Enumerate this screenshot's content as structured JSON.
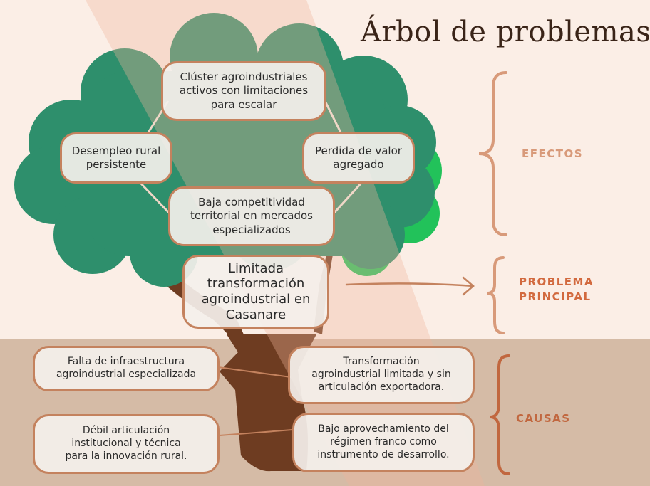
{
  "title": "Árbol de problemas",
  "effects": {
    "label": "EFECTOS",
    "items": [
      {
        "lines": [
          "Clúster agroindustriales",
          "activos con limitaciones",
          "para escalar"
        ]
      },
      {
        "lines": [
          "Desempleo rural",
          "persistente"
        ]
      },
      {
        "lines": [
          "Perdida de valor",
          "agregado"
        ]
      },
      {
        "lines": [
          "Baja competitividad",
          "territorial en mercados",
          "especializados"
        ]
      }
    ]
  },
  "main_problem": {
    "label_lines": [
      "PROBLEMA",
      "PRINCIPAL"
    ],
    "lines": [
      "Limitada",
      "transformación",
      "agroindustrial en",
      "Casanare"
    ]
  },
  "causes": {
    "label": "CAUSAS",
    "items": [
      {
        "lines": [
          "Falta de infraestructura",
          "agroindustrial especializada"
        ]
      },
      {
        "lines": [
          "Transformación",
          "agroindustrial limitada y sin",
          "articulación exportadora."
        ]
      },
      {
        "lines": [
          "Débil articulación",
          "institucional y técnica",
          "para la innovación rural."
        ]
      },
      {
        "lines": [
          "Bajo aprovechamiento del",
          "régimen franco como",
          "instrumento de desarrollo."
        ]
      }
    ]
  },
  "colors": {
    "background": "#fbeee6",
    "ground": "#d5bba6",
    "canopy": "#2e8f6c",
    "canopy_highlight": "#22c25a",
    "trunk": "#6e3c21",
    "box_border": "#c4825e",
    "label_effects": "#d89a7a",
    "label_problem": "#d2693e",
    "label_causes": "#c1673f"
  }
}
